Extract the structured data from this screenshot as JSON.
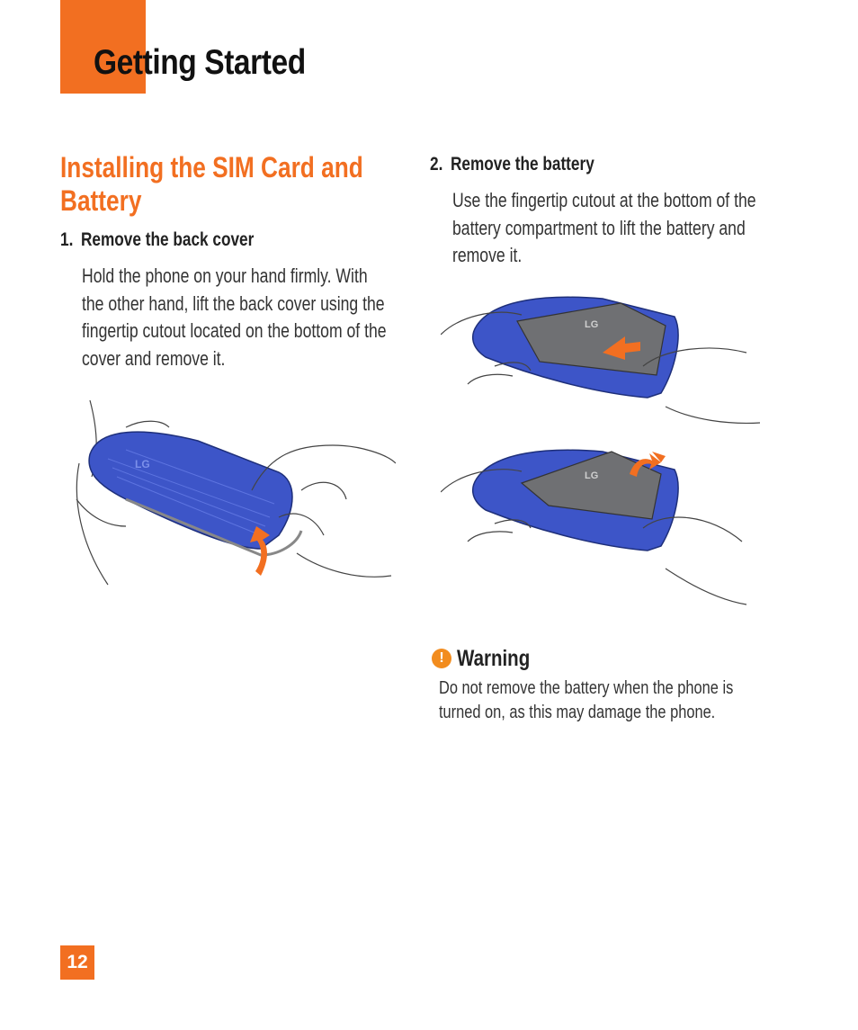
{
  "header": {
    "title": "Getting Started"
  },
  "section": {
    "heading": "Installing the SIM Card and Battery"
  },
  "steps": [
    {
      "number": "1.",
      "title": "Remove the back cover",
      "body": "Hold the phone on your hand firmly. With the other hand, lift the back cover using the fingertip cutout located on the bottom of the cover and remove it."
    },
    {
      "number": "2.",
      "title": "Remove the battery",
      "body": "Use the fingertip cutout at the bottom of the battery compartment to lift the battery and remove it."
    }
  ],
  "warning": {
    "icon": "exclamation-icon",
    "title": "Warning",
    "text": "Do not remove the battery when the phone is turned on, as this may damage the phone."
  },
  "illustrations": {
    "brand_text": "LG"
  },
  "footer": {
    "page_number": "12"
  },
  "colors": {
    "accent": "#f26f21",
    "phone_blue": "#3d55c8",
    "battery_gray": "#6f7073"
  }
}
